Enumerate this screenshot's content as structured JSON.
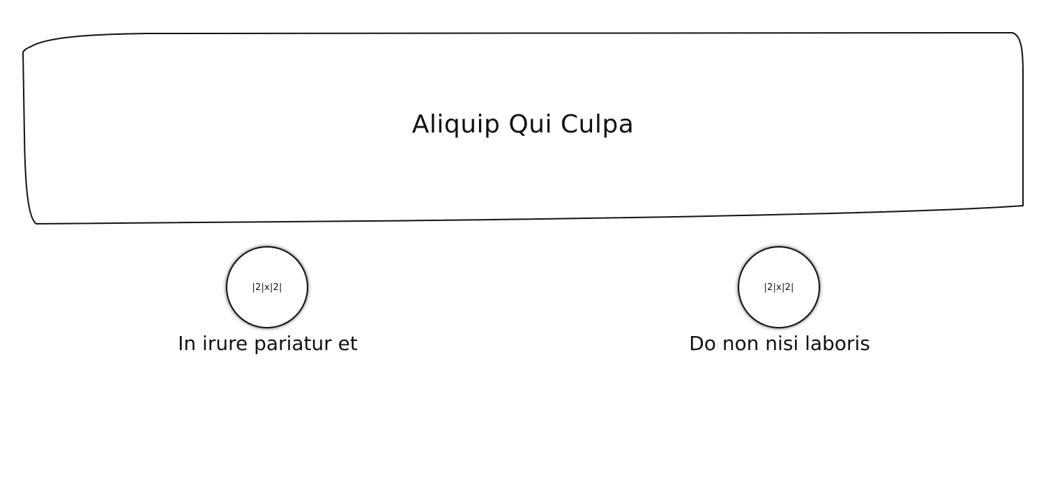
{
  "header": {
    "title": "Aliquip Qui Culpa"
  },
  "features": [
    {
      "image_placeholder": "|2|x|2|",
      "label": "In irure pariatur et"
    },
    {
      "image_placeholder": "|2|x|2|",
      "label": "Do non nisi laboris"
    }
  ],
  "colors": {
    "stroke": "#111111",
    "background": "#ffffff"
  }
}
